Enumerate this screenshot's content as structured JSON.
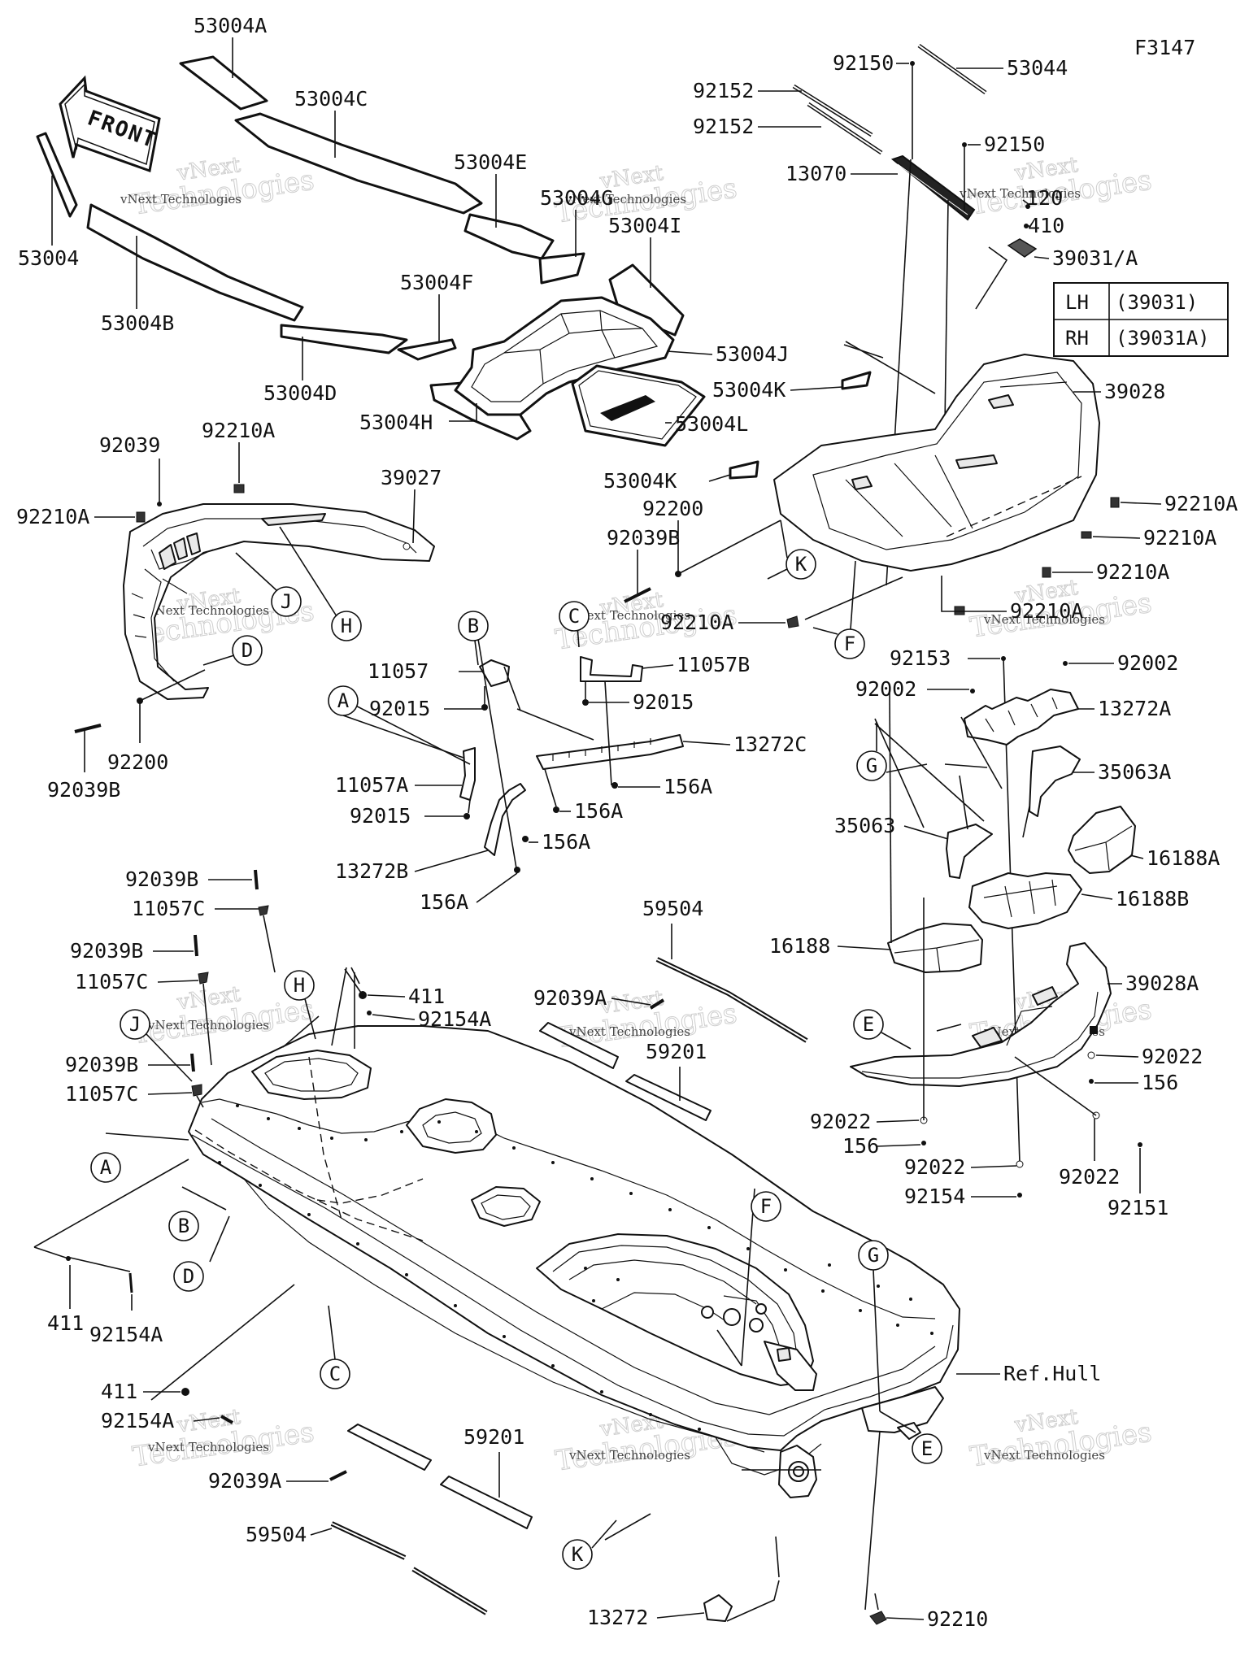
{
  "figure_code": "F3147",
  "front_label": "FRONT",
  "ref_label": "Ref.Hull",
  "watermark": {
    "line1": "vNext",
    "line2": "Technologies",
    "small": "vNext Technologies"
  },
  "side_table": [
    {
      "side": "LH",
      "part": "(39031)"
    },
    {
      "side": "RH",
      "part": "(39031A)"
    }
  ],
  "callouts": {
    "A": "A",
    "B": "B",
    "C": "C",
    "D": "D",
    "E": "E",
    "F": "F",
    "G": "G",
    "H": "H",
    "J": "J",
    "K": "K"
  },
  "parts": {
    "p53004A": "53004A",
    "p53004C": "53004C",
    "p53004E": "53004E",
    "p53004G": "53004G",
    "p53004I": "53004I",
    "p53004": "53004",
    "p53004B": "53004B",
    "p53004F": "53004F",
    "p53004D": "53004D",
    "p53004H": "53004H",
    "p53004J": "53004J",
    "p53004K": "53004K",
    "p53004L": "53004L",
    "p92150": "92150",
    "p53044": "53044",
    "p92152": "92152",
    "p13070": "13070",
    "p120": "120",
    "p410": "410",
    "p39031A": "39031/A",
    "p39028": "39028",
    "p92210A": "92210A",
    "p92039": "92039",
    "p39027": "39027",
    "p92200": "92200",
    "p92039B": "92039B",
    "p11057": "11057",
    "p11057A": "11057A",
    "p11057B": "11057B",
    "p11057C": "11057C",
    "p92015": "92015",
    "p13272C": "13272C",
    "p13272B": "13272B",
    "p156A": "156A",
    "p92153": "92153",
    "p92002": "92002",
    "p13272A": "13272A",
    "p35063A": "35063A",
    "p35063": "35063",
    "p16188A": "16188A",
    "p16188B": "16188B",
    "p16188": "16188",
    "p39028A": "39028A",
    "p92022": "92022",
    "p156": "156",
    "p92154": "92154",
    "p92151": "92151",
    "p59504": "59504",
    "p59201": "59201",
    "p92039A": "92039A",
    "p411": "411",
    "p92154A": "92154A",
    "p13272": "13272",
    "p92210": "92210"
  }
}
